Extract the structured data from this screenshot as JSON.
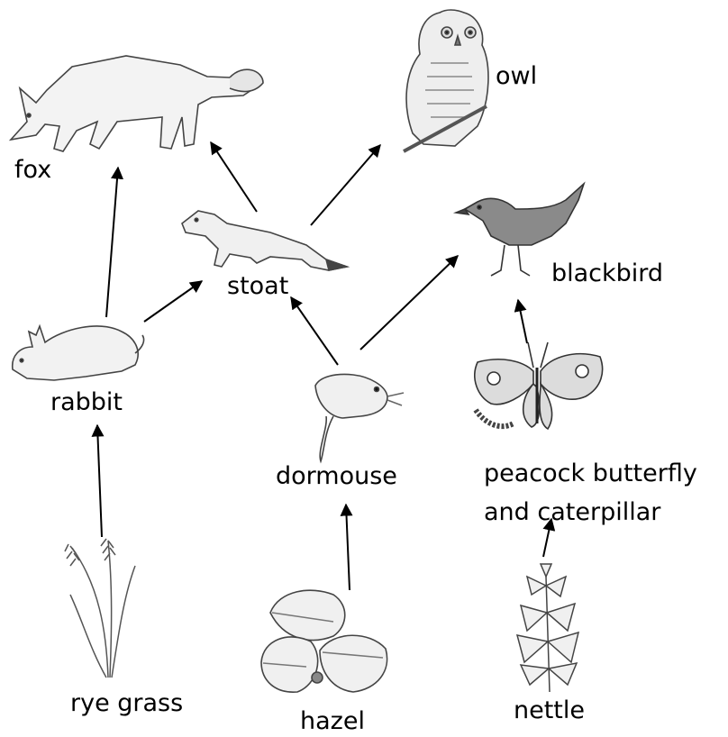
{
  "organisms": {
    "fox": "fox",
    "owl": "owl",
    "stoat": "stoat",
    "blackbird": "blackbird",
    "rabbit": "rabbit",
    "dormouse": "dormouse",
    "butterfly_line1": "peacock butterfly",
    "butterfly_line2": "and caterpillar",
    "rye_grass": "rye grass",
    "hazel": "hazel",
    "nettle": "nettle"
  },
  "links": [
    {
      "from": "rabbit",
      "to": "fox"
    },
    {
      "from": "stoat",
      "to": "fox"
    },
    {
      "from": "stoat",
      "to": "owl"
    },
    {
      "from": "rabbit",
      "to": "stoat"
    },
    {
      "from": "dormouse",
      "to": "stoat"
    },
    {
      "from": "dormouse",
      "to": "blackbird"
    },
    {
      "from": "peacock butterfly and caterpillar",
      "to": "blackbird"
    },
    {
      "from": "rye grass",
      "to": "rabbit"
    },
    {
      "from": "hazel",
      "to": "dormouse"
    },
    {
      "from": "nettle",
      "to": "peacock butterfly and caterpillar"
    }
  ],
  "colors": {
    "line": "#000000",
    "background": "#ffffff"
  }
}
